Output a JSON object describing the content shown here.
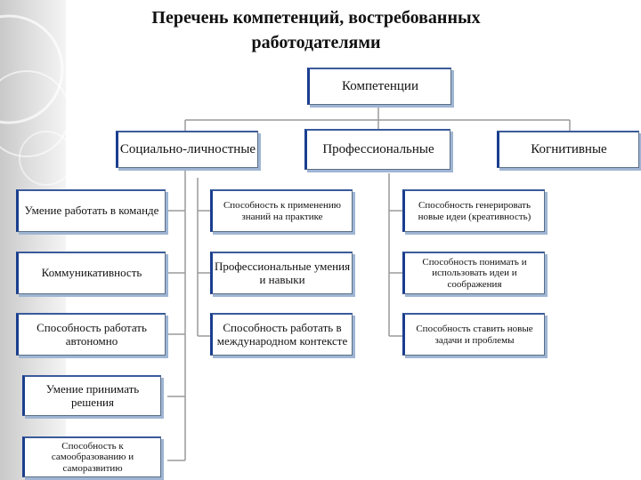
{
  "title": {
    "line1": "Перечень компетенций, востребованных",
    "line2": "работодателями"
  },
  "root": "Компетенции",
  "categories": {
    "social": "Социально-личностные",
    "professional": "Профессиональные",
    "cognitive": "Когнитивные"
  },
  "social_items": [
    "Умение работать в команде",
    "Коммуникативность",
    "Способность работать автономно",
    "Умение принимать решения",
    "Способность к самообразованию и саморазвитию"
  ],
  "professional_items": [
    "Способность к применению знаний на практике",
    "Профессиональные умения и навыки",
    "Способность работать в международном контексте"
  ],
  "cognitive_items": [
    "Способность генерировать новые идеи (креативность)",
    "Способность понимать и использовать идеи и соображения",
    "Способность ставить новые задачи и проблемы"
  ],
  "colors": {
    "connector": "#9a9a9a",
    "box_border": "#1a3e8f",
    "box_shadow": "#9fb5d3"
  }
}
